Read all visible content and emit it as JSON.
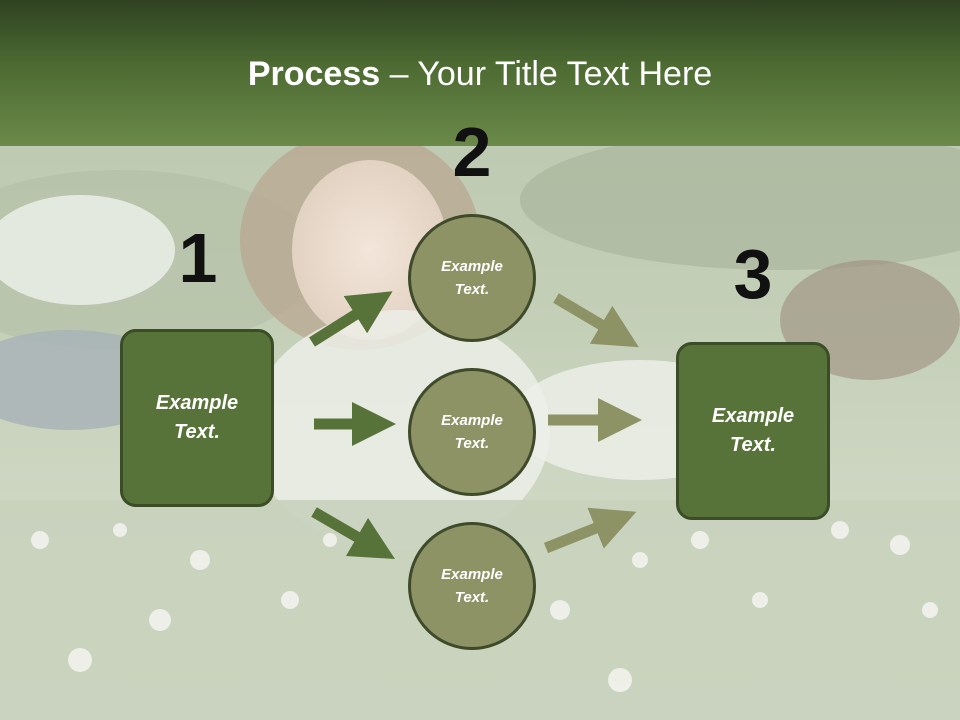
{
  "title": {
    "strong": "Process",
    "rest": " – Your Title Text Here"
  },
  "steps": [
    {
      "number": "1",
      "label": "Example Text."
    },
    {
      "number": "2"
    },
    {
      "number": "3",
      "label": "Example Text."
    }
  ],
  "circles": [
    {
      "label": "Example Text."
    },
    {
      "label": "Example Text."
    },
    {
      "label": "Example Text."
    }
  ],
  "colors": {
    "header": "#4d6b32",
    "box_fill": "#587339",
    "circle_fill": "#8e9366",
    "arrow_dark": "#587339",
    "arrow_light": "#8e9366"
  }
}
